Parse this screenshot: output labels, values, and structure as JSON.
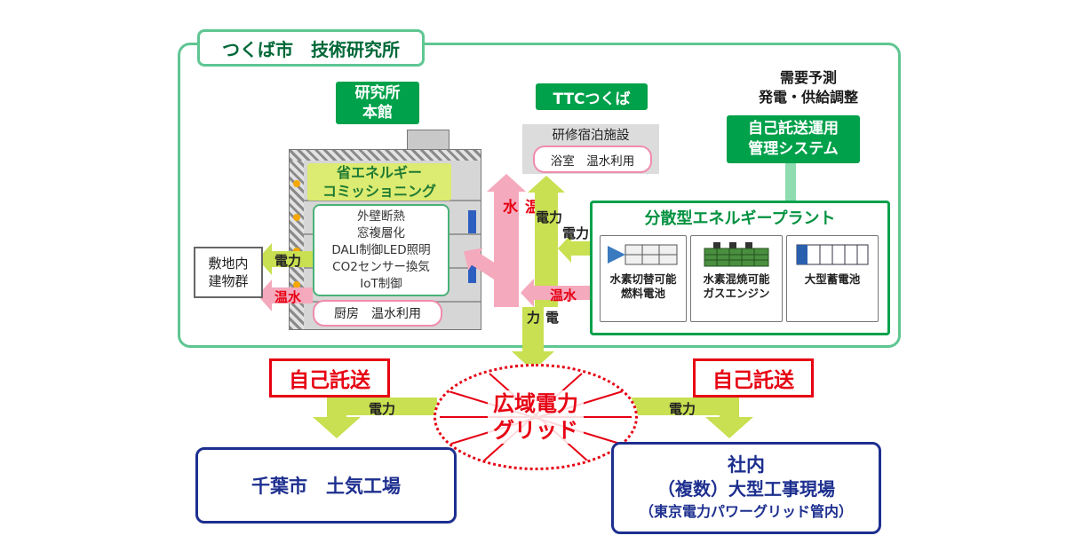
{
  "campus": {
    "title": "つくば市　技術研究所",
    "research_building": "研究所\n本館",
    "commissioning": "省エネルギー\nコミッショニング",
    "measures": [
      "外壁断熱",
      "窓複層化",
      "DALI制御LED照明",
      "CO2センサー換気",
      "IoT制御"
    ],
    "kitchen_hot_water": "厨房　温水利用",
    "site_buildings": "敷地内\n建物群"
  },
  "ttc": {
    "label": "TTCつくば",
    "lodging": "研修宿泊施設",
    "bath_hot_water": "浴室　温水利用"
  },
  "management": {
    "forecast": "需要予測\n発電・供給調整",
    "system": "自己託送運用\n管理システム"
  },
  "plant": {
    "title": "分散型エネルギープラント",
    "items": [
      {
        "label": "水素切替可能\n燃料電池",
        "icon": "fuel-cell-icon"
      },
      {
        "label": "水素混焼可能\nガスエンジン",
        "icon": "gas-engine-icon"
      },
      {
        "label": "大型蓄電池",
        "icon": "battery-icon"
      }
    ]
  },
  "flows": {
    "electricity": "電力",
    "hot_water": "温水"
  },
  "grid": {
    "label": "広域電力\nグリッド",
    "self_consignment": "自己託送"
  },
  "destinations": {
    "left_factory": "千葉市　土気工場",
    "right_line1": "社内",
    "right_line2": "（複数）大型工事現場",
    "right_line3": "（東京電力パワーグリッド管内）"
  },
  "colors": {
    "green_dark": "#00913f",
    "green_border": "#5fc692",
    "arrow_green": "#c8e051",
    "arrow_pink": "#f5a9bd",
    "red": "#e60012",
    "blue": "#1d2f8f"
  }
}
